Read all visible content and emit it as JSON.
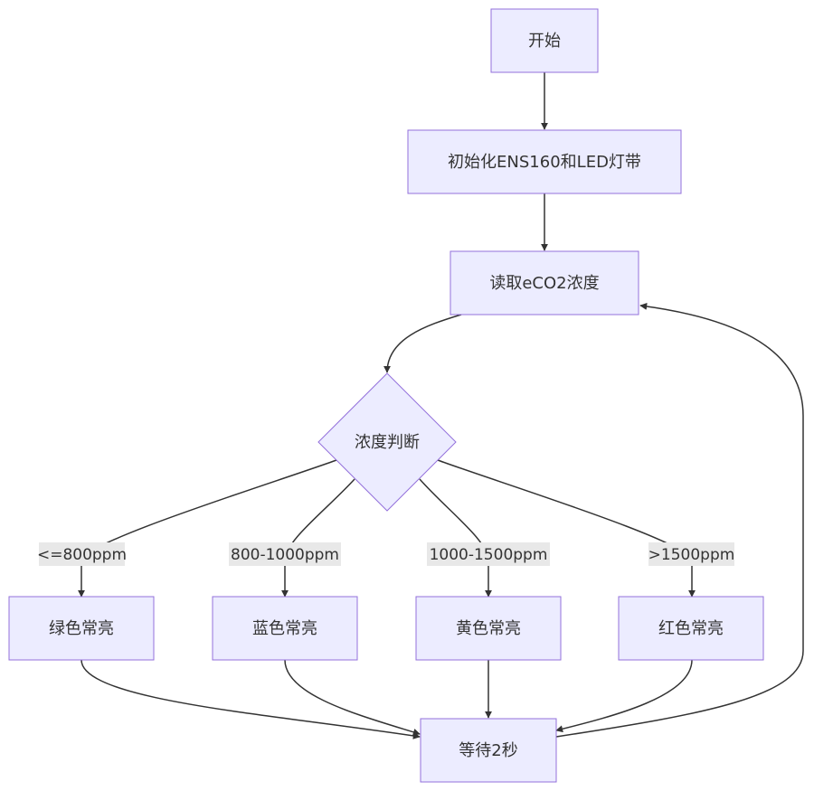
{
  "nodes": {
    "start": {
      "label": "开始"
    },
    "init": {
      "label": "初始化ENS160和LED灯带"
    },
    "read": {
      "label": "读取eCO2浓度"
    },
    "decision": {
      "label": "浓度判断"
    },
    "green": {
      "label": "绿色常亮"
    },
    "blue": {
      "label": "蓝色常亮"
    },
    "yellow": {
      "label": "黄色常亮"
    },
    "red": {
      "label": "红色常亮"
    },
    "wait": {
      "label": "等待2秒"
    }
  },
  "edge_labels": {
    "to_green": "<=800ppm",
    "to_blue": "800-1000ppm",
    "to_yellow": "1000-1500ppm",
    "to_red": ">1500ppm"
  },
  "colors": {
    "node_fill": "#ececff",
    "node_stroke": "#9370db",
    "edge": "#333333",
    "edge_label_bg": "#e8e8e8"
  }
}
